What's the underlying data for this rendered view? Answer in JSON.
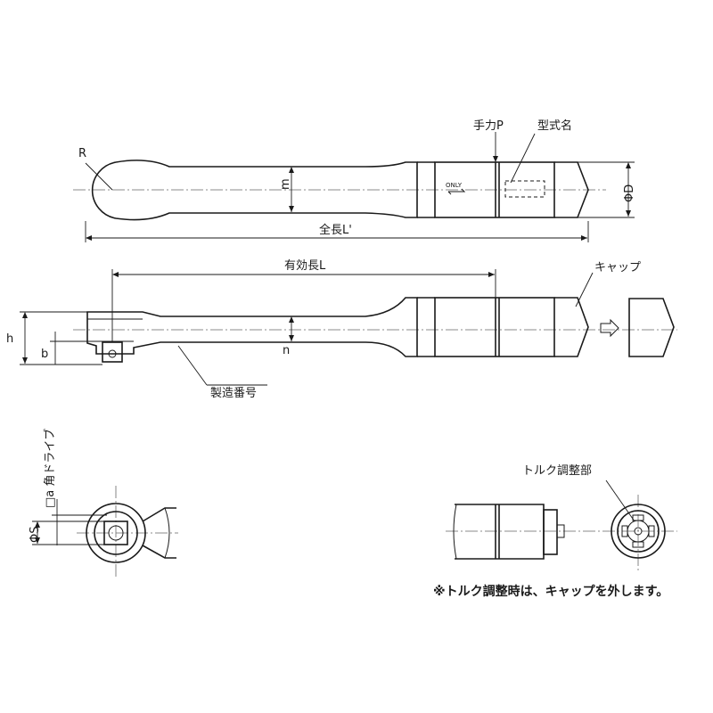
{
  "labels": {
    "radius": "R",
    "hand_force": "手力P",
    "model_name": "型式名",
    "diameter_d": "ΦD",
    "overall_length": "全長L'",
    "effective_length": "有効長L",
    "cap": "キャップ",
    "height_h": "h",
    "height_b": "b",
    "thickness_n": "n",
    "width_m": "m",
    "serial_number": "製造番号",
    "square_drive": "□a 角ドライブ",
    "diameter_s": "ΦS",
    "torque_adjust": "トルク調整部",
    "only_mark": "ONLY"
  },
  "note": "※トルク調整時は、キャップを外します。"
}
